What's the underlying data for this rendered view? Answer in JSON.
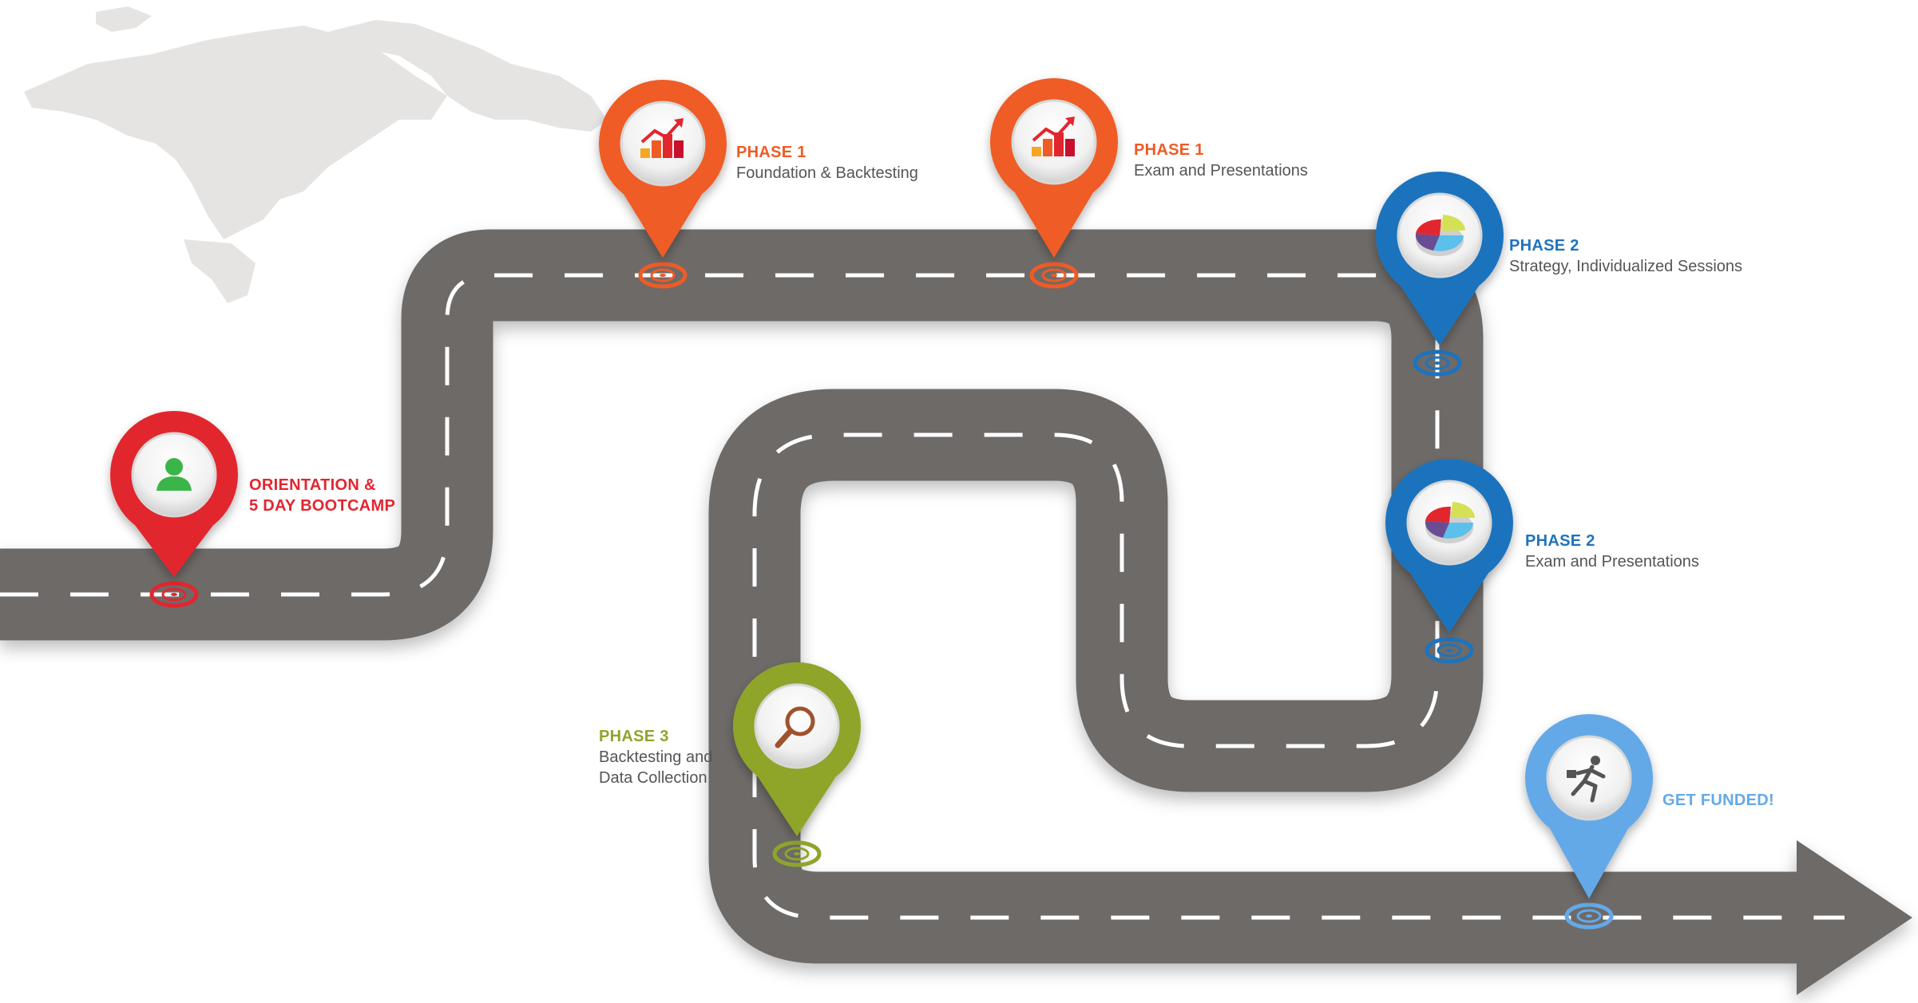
{
  "colors": {
    "road": "#6e6b68",
    "road_dash": "#ffffff",
    "map": "#e6e4e2",
    "red": "#e2262e",
    "orange": "#ef5b25",
    "blue": "#1f73bd",
    "green": "#8ea52b",
    "lightblue": "#64a9e8",
    "text": "#555555"
  },
  "milestones": [
    {
      "id": "orientation",
      "title": "ORIENTATION &\n5 DAY BOOTCAMP",
      "desc": "",
      "color": "#e2262e",
      "icon": "person-icon"
    },
    {
      "id": "phase1-foundation",
      "title": "PHASE 1",
      "desc": "Foundation & Backtesting",
      "color": "#ef5b25",
      "icon": "bar-chart-icon"
    },
    {
      "id": "phase1-exam",
      "title": "PHASE 1",
      "desc": "Exam and Presentations",
      "color": "#ef5b25",
      "icon": "bar-chart-icon"
    },
    {
      "id": "phase2-strategy",
      "title": "PHASE 2",
      "desc": "Strategy, Individualized Sessions",
      "color": "#1f73bd",
      "icon": "pie-chart-icon"
    },
    {
      "id": "phase2-exam",
      "title": "PHASE 2",
      "desc": "Exam and Presentations",
      "color": "#1f73bd",
      "icon": "pie-chart-icon"
    },
    {
      "id": "phase3",
      "title": "PHASE 3",
      "desc": "Backtesting and\nData Collection",
      "color": "#8ea52b",
      "icon": "magnifier-icon"
    },
    {
      "id": "funded",
      "title": "GET FUNDED!",
      "desc": "",
      "color": "#64a9e8",
      "icon": "running-man-icon"
    }
  ]
}
